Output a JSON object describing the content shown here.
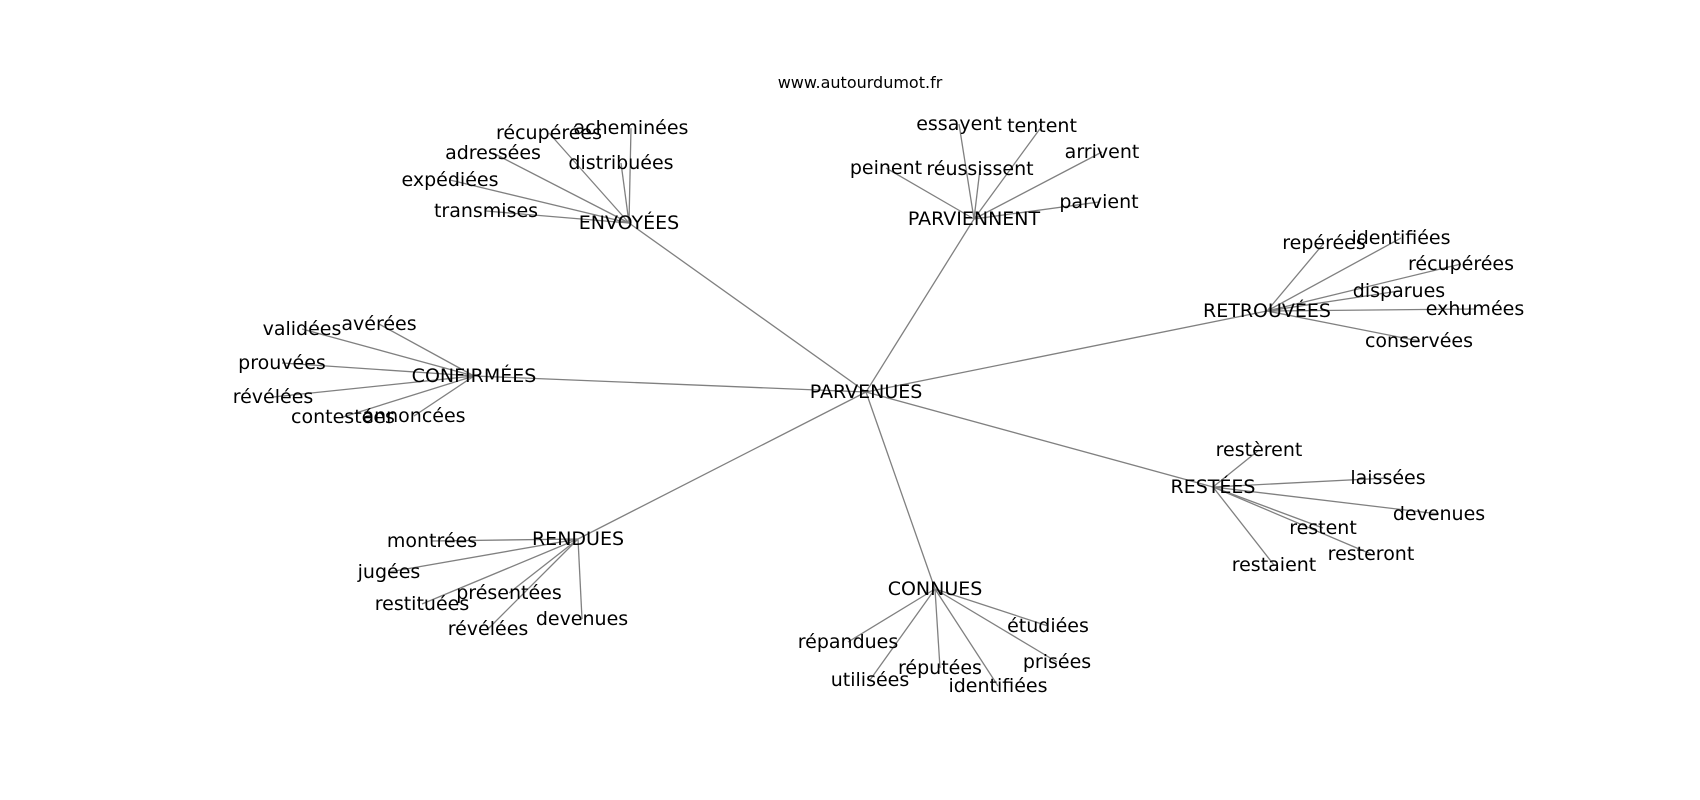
{
  "source_text": "www.autourdumot.fr",
  "center": {
    "id": "parvenues",
    "label": "PARVENUES"
  },
  "clusters": [
    {
      "id": "envoyees",
      "label": "ENVOYÉES",
      "leaves": [
        "récupérées",
        "acheminées",
        "adressées",
        "distribuées",
        "expédiées",
        "transmises"
      ]
    },
    {
      "id": "parviennent",
      "label": "PARVIENNENT",
      "leaves": [
        "essayent",
        "tentent",
        "arrivent",
        "peinent",
        "réussissent",
        "parvient"
      ]
    },
    {
      "id": "retrouvees",
      "label": "RETROUVÉES",
      "leaves": [
        "repérées",
        "identifiées",
        "récupérées",
        "disparues",
        "exhumées",
        "conservées"
      ]
    },
    {
      "id": "confirmees",
      "label": "CONFIRMÉES",
      "leaves": [
        "validées",
        "avérées",
        "prouvées",
        "révélées",
        "contestées",
        "annoncées"
      ]
    },
    {
      "id": "restees",
      "label": "RESTÉES",
      "leaves": [
        "restèrent",
        "laissées",
        "devenues",
        "restent",
        "resteront",
        "restaient"
      ]
    },
    {
      "id": "rendues",
      "label": "RENDUES",
      "leaves": [
        "montrées",
        "jugées",
        "présentées",
        "restituées",
        "révélées",
        "devenues"
      ]
    },
    {
      "id": "connues",
      "label": "CONNUES",
      "leaves": [
        "étudiées",
        "répandues",
        "prisées",
        "réputées",
        "utilisées",
        "identifiées"
      ]
    }
  ]
}
